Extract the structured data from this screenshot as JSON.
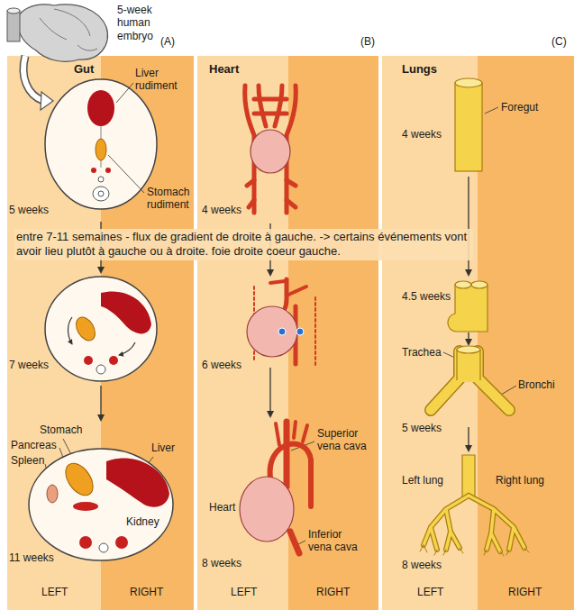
{
  "diagram": {
    "labels": [
      "5-week human embryo",
      "(A)",
      "(B)",
      "(C)",
      "Gut",
      "Liver rudiment",
      "Stomach rudiment",
      "5 weeks",
      "Heart",
      "4 weeks",
      "Lungs",
      "Foregut",
      "4 weeks",
      "entre 7-11 semaines - flux de gradient de droite à gauche. -> certains événements vont avoir lieu plutôt à gauche ou à droite. foie droite coeur gauche.",
      "7 weeks",
      "6 weeks",
      "4.5 weeks",
      "Trachea",
      "Bronchi",
      "5 weeks",
      "Stomach",
      "Pancreas",
      "Spleen",
      "Liver",
      "Kidney",
      "11 weeks",
      "Superior vena cava",
      "Heart",
      "Inferior vena cava",
      "8 weeks",
      "Left lung",
      "Right lung",
      "8 weeks",
      "LEFT",
      "RIGHT",
      "LEFT",
      "RIGHT",
      "LEFT",
      "RIGHT"
    ]
  }
}
